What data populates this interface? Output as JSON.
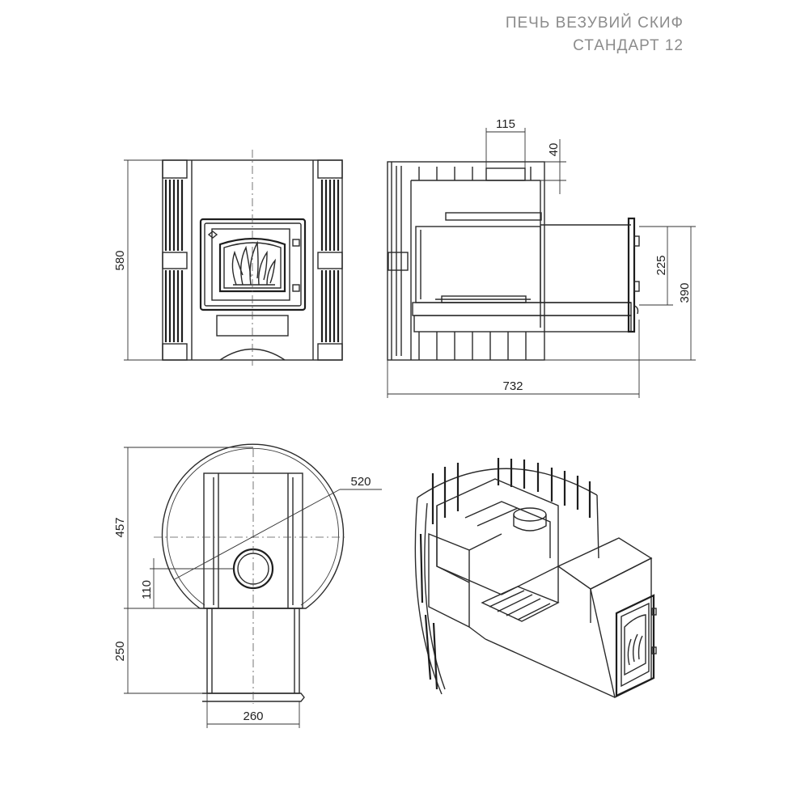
{
  "title": {
    "line1": "ПЕЧЬ  ВЕЗУВИЙ СКИФ",
    "line2": "СТАНДАРТ 12"
  },
  "dimensions": {
    "front_height": "580",
    "chimney_width": "115",
    "chimney_offset": "40",
    "door_height": "225",
    "door_total": "390",
    "total_depth": "732",
    "diameter": "520",
    "plan_depth": "457",
    "pipe_offset": "110",
    "tunnel_length": "250",
    "tunnel_width": "260"
  }
}
